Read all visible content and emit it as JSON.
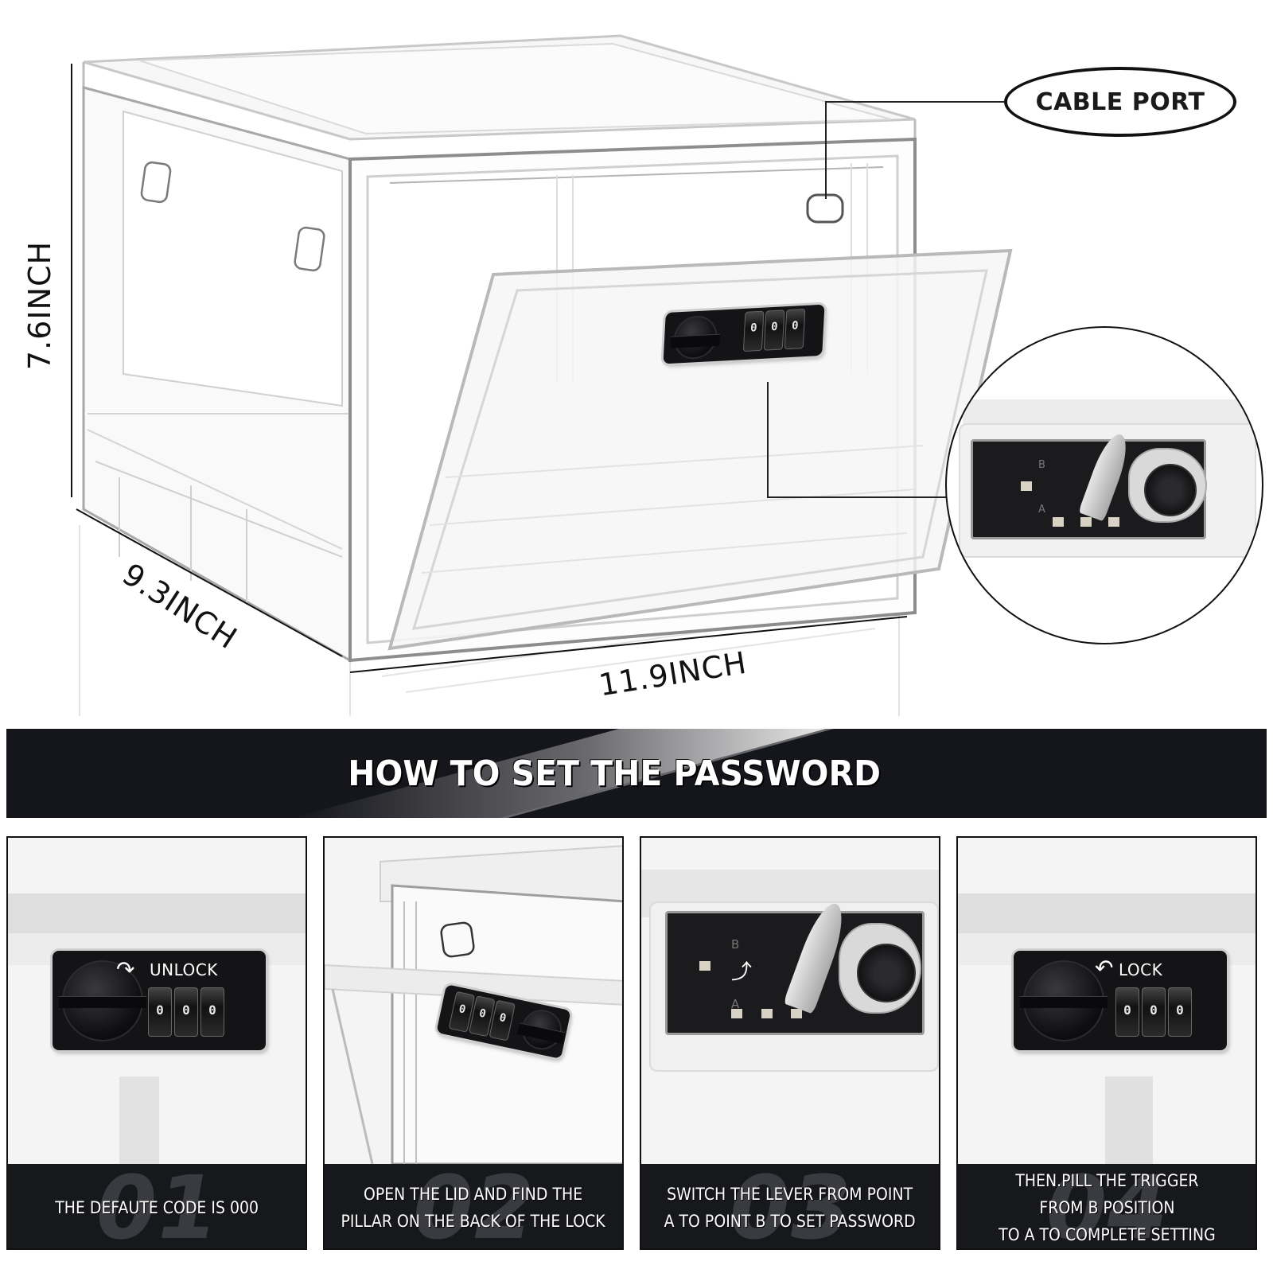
{
  "hero": {
    "dimensions": {
      "height": "7.6INCH",
      "depth": "9.3INCH",
      "width": "11.9INCH"
    },
    "callout": {
      "label": "CABLE PORT",
      "icon": "cable-port-hole-icon"
    },
    "zoom_detail": {
      "icon": "lock-mechanism-detail",
      "lever_points": [
        "B",
        "A"
      ]
    },
    "front_lock": {
      "wheel_digits": [
        "0",
        "0",
        "0"
      ]
    }
  },
  "banner": {
    "title": "HOW TO SET THE PASSWORD"
  },
  "steps": [
    {
      "number": "01",
      "caption_lines": [
        "THE DEFAUTE CODE IS 000"
      ],
      "lock_label": "UNLOCK",
      "arrow_icon": "rotate-clockwise-arrow-icon",
      "wheel_digits": [
        "0",
        "0",
        "0"
      ]
    },
    {
      "number": "02",
      "caption_lines": [
        "OPEN THE LID  AND FIND THE",
        "PILLAR ON THE BACK OF THE LOCK"
      ],
      "wheel_digits": [
        "0",
        "0",
        "0"
      ]
    },
    {
      "number": "03",
      "caption_lines": [
        "SWITCH THE LEVER FROM POINT",
        "A TO POINT B TO SET PASSWORD"
      ],
      "lever_points": [
        "B",
        "A"
      ],
      "arrow_icon": "curved-up-arrow-icon"
    },
    {
      "number": "04",
      "caption_lines": [
        "THEN.PILL THE TRIGGER",
        "FROM B POSITION",
        "TO A TO COMPLETE SETTING"
      ],
      "lock_label": "LOCK",
      "arrow_icon": "rotate-counterclockwise-arrow-icon",
      "wheel_digits": [
        "0",
        "0",
        "0"
      ]
    }
  ],
  "colors": {
    "banner_bg": "#15161b",
    "caption_bg": "#17181c",
    "step_number_ghost": "#3a3b40",
    "lock_plate": "#141417"
  }
}
